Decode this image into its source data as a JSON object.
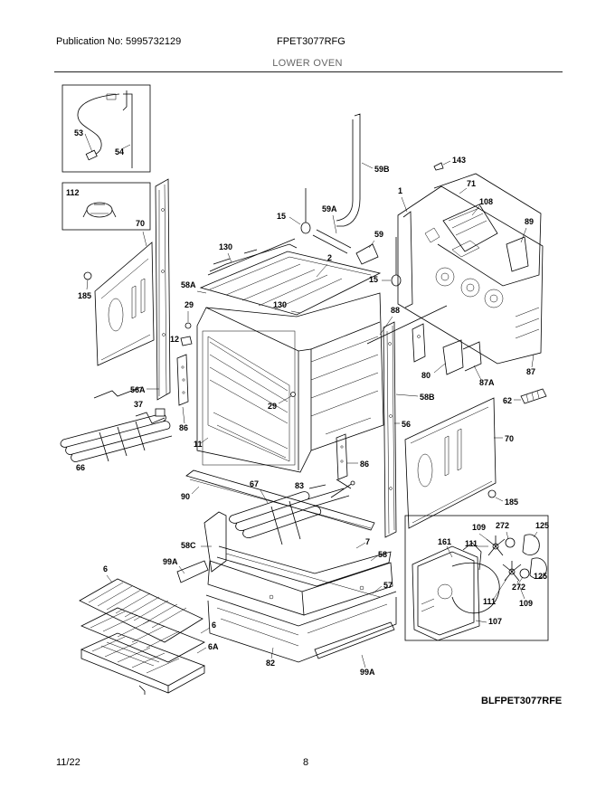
{
  "header": {
    "publication": "Publication No: 5995732129",
    "model": "FPET3077RFG",
    "section": "LOWER OVEN"
  },
  "footer": {
    "drawing_code": "BLFPET3077RFE",
    "date": "11/22",
    "page": "8"
  },
  "callouts": {
    "c53": "53",
    "c54": "54",
    "c112": "112",
    "c70a": "70",
    "c185a": "185",
    "c130a": "130",
    "c58A": "58A",
    "c29a": "29",
    "c12": "12",
    "c130b": "130",
    "c2": "2",
    "c15a": "15",
    "c59A": "59A",
    "c59": "59",
    "c59B": "59B",
    "c15b": "15",
    "c88": "88",
    "c1": "1",
    "c143": "143",
    "c71": "71",
    "c108": "108",
    "c89": "89",
    "c80": "80",
    "c87A": "87A",
    "c87": "87",
    "c62": "62",
    "c56A": "56A",
    "c37": "37",
    "c66": "66",
    "c86a": "86",
    "c11": "11",
    "c29b": "29",
    "c58B": "58B",
    "c56": "56",
    "c70b": "70",
    "c86b": "86",
    "c185b": "185",
    "c90": "90",
    "c67": "67",
    "c83": "83",
    "c58C": "58C",
    "c7": "7",
    "c58": "58",
    "c99A_a": "99A",
    "c57": "57",
    "c109a": "109",
    "c272a": "272",
    "c125a": "125",
    "c161": "161",
    "c111a": "111",
    "c125b": "125",
    "c272b": "272",
    "c111b": "111",
    "c109b": "109",
    "c107": "107",
    "c6a": "6",
    "c6b": "6",
    "c6A": "6A",
    "c82": "82",
    "c99A_b": "99A"
  }
}
